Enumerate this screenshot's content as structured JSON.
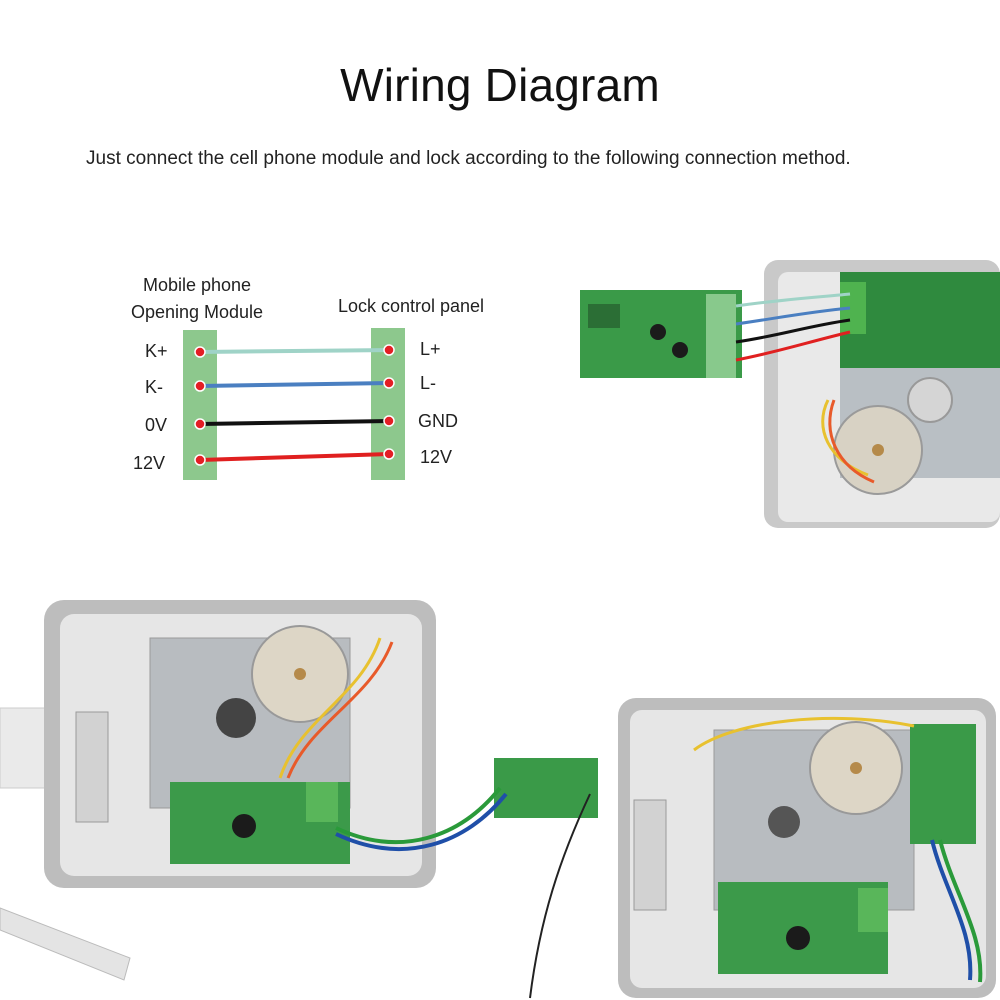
{
  "title": "Wiring Diagram",
  "subtitle": "Just connect the cell phone module and lock according to the following connection method.",
  "diagram": {
    "left_module": {
      "label_line1": "Mobile phone",
      "label_line2": "Opening Module",
      "pins": [
        "K+",
        "K-",
        "0V",
        "12V"
      ]
    },
    "right_module": {
      "label": "Lock control panel",
      "pins": [
        "L+",
        "L-",
        "GND",
        "12V"
      ]
    },
    "connections": [
      {
        "from": "K+",
        "to": "L+",
        "color": "#9fd3c7"
      },
      {
        "from": "K-",
        "to": "L-",
        "color": "#4a7fc1"
      },
      {
        "from": "0V",
        "to": "GND",
        "color": "#111111"
      },
      {
        "from": "12V",
        "to": "12V",
        "color": "#e02020"
      }
    ],
    "colors": {
      "module_fill": "#8dc88d",
      "pin_dot": "#e31e24"
    }
  },
  "photos": [
    {
      "name": "module-closeup-photo"
    },
    {
      "name": "lock-wired-photo-left"
    },
    {
      "name": "lock-wired-photo-right"
    }
  ]
}
